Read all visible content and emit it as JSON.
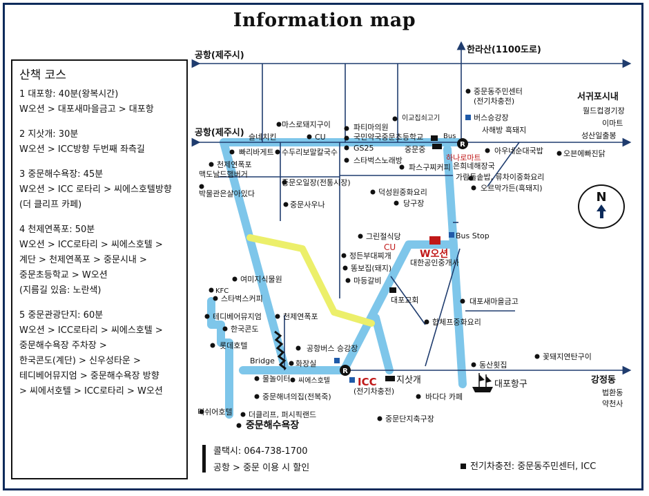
{
  "title": "Information map",
  "legend": {
    "title": "산책 코스",
    "courses": [
      {
        "lines": [
          "1 대포항: 40분(왕복시간)",
          "W오션 > 대포새마을금고 > 대포항"
        ]
      },
      {
        "lines": [
          "2 지삿개: 30분",
          "W오션 > ICC방향 두번째 좌측길"
        ]
      },
      {
        "lines": [
          "3 중문해수욕장: 45분",
          "W오션 > ICC 로타리 > 씨에스호텔방향",
          "(더 클리프 카페)"
        ]
      },
      {
        "lines": [
          "4 천제연폭포: 50분",
          "W오션 > ICC로타리 > 씨에스호텔 >",
          "계단 > 천제연폭포 > 중문시내 >",
          "중문초등학교 > W오션",
          "(지름길 있음: 노란색)"
        ]
      },
      {
        "lines": [
          "5 중문관광단지: 60분",
          "W오션 > ICC로타리 > 씨에스호텔 >",
          "중문해수욕장 주차장 >",
          "한국콘도(계단) > 신우성타운 >",
          "테디베어뮤지엄 > 중문해수욕장 방향",
          "> 씨에서호텔 > ICC로타리 > W오션"
        ]
      }
    ]
  },
  "map": {
    "top_road_left": "공항(제주시)",
    "top_road_up": "한라산(1100도로)",
    "main_road_left": "공항(제주시)",
    "right_top": [
      "서귀포시내",
      "월드컵경기장",
      "이마트",
      "성산일출봉"
    ],
    "right_bottom": [
      "강정동",
      "법환동",
      "약천사"
    ],
    "places": {
      "junmun_center": "중문동주민센터",
      "junmun_center_sub": "(전기차충전)",
      "bus_stop_top": "버스승강장",
      "sahaebang": "사해방 흑돼지",
      "aunesoon": "아우네순대국밥",
      "oven": "오븐에빠진닭",
      "hanaro": "하나로마트",
      "eunhoe": "은희네해장국",
      "garam": "가람돌솥밥, 류차이중화요리",
      "oreumak": "오르막가든(흑돼지)",
      "bus": "Bus",
      "bus_stop": "Bus Stop",
      "lee": "이교집쇠고기",
      "party": "파티마의원",
      "pharmacy": "국민약국중문초등학교",
      "gs25": "GS25",
      "junmunjung": "중문중",
      "starbucks_noraebang": "스타벅스노래방",
      "pasgu": "파스구찌커피",
      "deoksung": "덕성원중화요리",
      "danggu": "당구장",
      "mastro": "마스로돼지구이",
      "cu_top": "CU",
      "shooting": "슬네치킨",
      "paris": "빠리바게트",
      "sudur": "수두리보말칼국수",
      "cheonjeyeon_top": "천제연폭포",
      "mcd": "맥도날드햄버거",
      "bakmul": "박물관은살아있다",
      "junmun_oil": "중문오일장(전통시장)",
      "junmun_sauna": "중문사우나",
      "greenjung": "그린절식당",
      "cu_mid": "CU",
      "w_ocean": "W오션",
      "jungbang": "정든부대찌개",
      "ddongbo": "똥보집(돼지)",
      "madeung": "마등갈비",
      "daehan": "대한공인중개사",
      "daepo_church": "대포교회",
      "daepo_bank": "대포새마을금고",
      "hapche": "합체프중화요리",
      "yeomiji": "여미지식물원",
      "kfc": "KFC",
      "starbucks_mid": "스타벅스커피",
      "teddy": "테디베어뮤지엄",
      "hankook": "한국콘도",
      "lotte": "롯데호텔",
      "cheonjeyeon_mid": "천제연폭포",
      "airport_bus": "공항버스 승강장",
      "restroom": "화장실",
      "bridge": "Bridge",
      "mulgil": "물놀이터",
      "cs_hotel": "씨에스호텔",
      "junmun_seafood": "중문해녀의집(전복죽)",
      "icc": "ICC",
      "icc_sub": "(전기차충전)",
      "jisatgae": "지삿개",
      "dongsan": "동산횟집",
      "daepo_port": "대포항구",
      "badada": "바다다 카페",
      "kkot": "꽃돼지연탄구이",
      "duysu": "더쉬어호텔",
      "cliff": "더클리프, 퍼시픽랜드",
      "junmun_beach": "중문해수욕장",
      "junmun_drug": "중문단지축구장"
    }
  },
  "north": "N",
  "footer": {
    "taxi": "콜택시: 064-738-1700",
    "discount": "공항 > 중문 이용 시 할인",
    "ev": "전기차충전: 중문동주민센터, ICC"
  },
  "colors": {
    "route_blue": "#7ec6ea",
    "route_yellow": "#ecef6a",
    "road_navy": "#1f3c6e",
    "marker_red": "#c01818"
  }
}
